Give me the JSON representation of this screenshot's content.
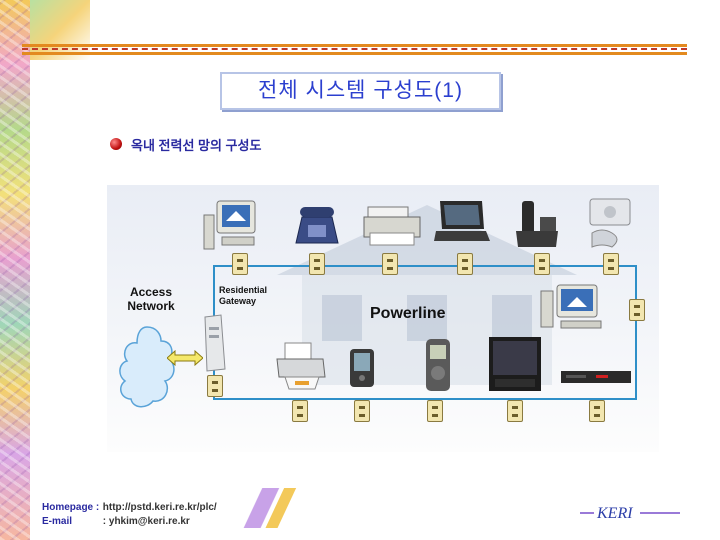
{
  "title": "전체 시스템 구성도(1)",
  "subtitle": "옥내 전력선 망의 구성도",
  "diagram": {
    "access_network": "Access Network",
    "residential_gateway": "Residential Gateway",
    "powerline": "Powerline",
    "devices_top": [
      "desktop-pc-icon",
      "telephone-icon",
      "printer-icon",
      "laptop-icon",
      "cordless-phone-icon",
      "game-console-icon"
    ],
    "devices_right": [
      "desktop-pc-icon"
    ],
    "devices_bottom": [
      "gateway-modem-icon",
      "inkjet-printer-icon",
      "pda-icon",
      "mp3-player-icon",
      "television-icon",
      "set-top-box-icon"
    ]
  },
  "footer": {
    "homepage_label": "Homepage :",
    "homepage_value": "http://pstd.keri.re.kr/plc/",
    "email_label": "E-mail",
    "email_value": ": yhkim@keri.re.kr",
    "brand": "KERI"
  },
  "colors": {
    "accent_rule": "#e38a1f",
    "title_text": "#2b3fcf",
    "powerline": "#2e8fc8"
  }
}
